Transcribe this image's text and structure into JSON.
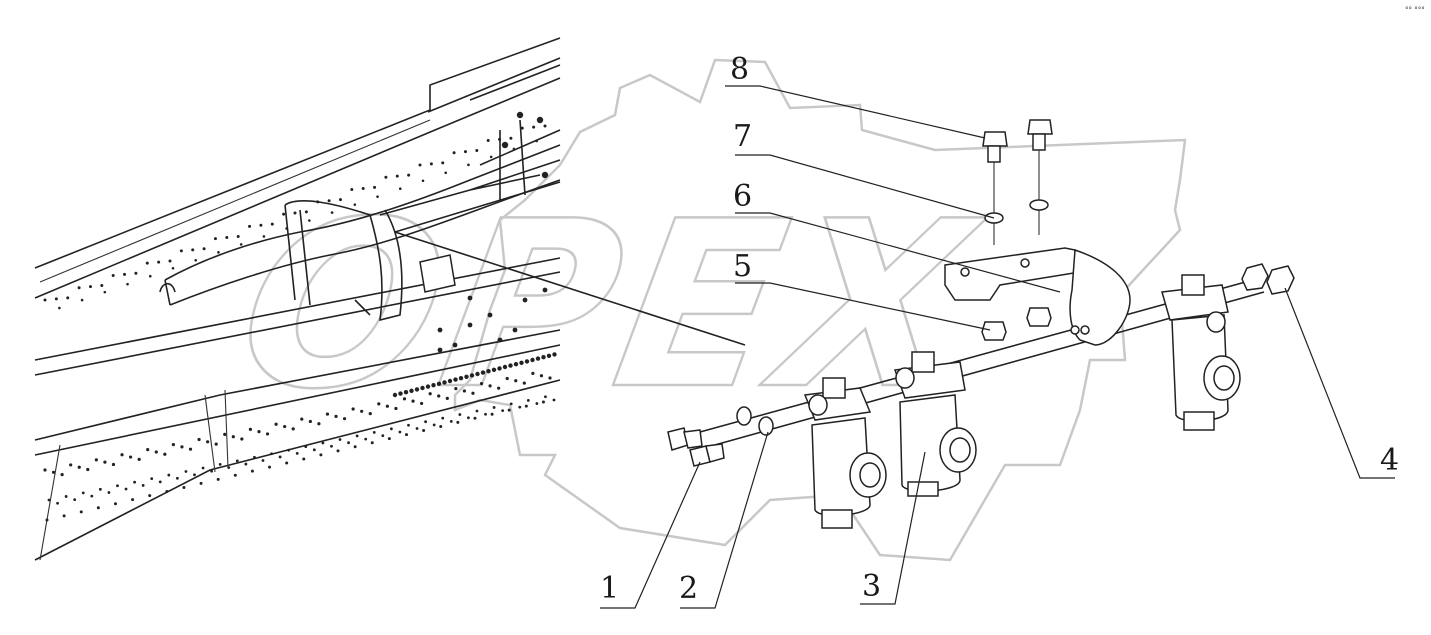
{
  "corner_mark": "°° °°°",
  "watermark": {
    "text": "OPEX",
    "color": "#c8c8c8"
  },
  "callouts": {
    "c1": "1",
    "c2": "2",
    "c3": "3",
    "c4": "4",
    "c5": "5",
    "c6": "6",
    "c7": "7",
    "c8": "8"
  },
  "colors": {
    "line": "#222222",
    "background": "#ffffff"
  }
}
